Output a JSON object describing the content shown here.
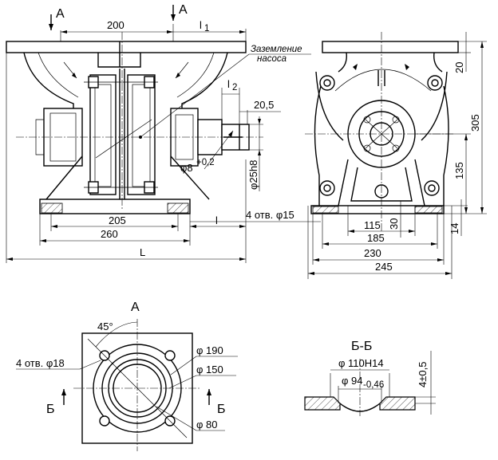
{
  "views": {
    "section_a_mark": "А",
    "section_b_mark": "Б",
    "view_a_title": "А",
    "section_bb_title": "Б-Б"
  },
  "front": {
    "dim_200": "200",
    "dim_l1": "l",
    "dim_l1_sub": "1",
    "dim_l2": "l",
    "dim_l2_sub": "2",
    "dim_20_5": "20,5",
    "dim_phi8": "φ8",
    "dim_phi8_tol": "+0,2",
    "dim_phi25": "φ25h8",
    "dim_205": "205",
    "dim_260": "260",
    "dim_l": "l",
    "dim_L": "L",
    "holes": "4 отв. φ15",
    "ground_line1": "Заземление",
    "ground_line2": "насоса"
  },
  "side": {
    "dim_20": "20",
    "dim_305": "305",
    "dim_135": "135",
    "dim_115": "115",
    "dim_30": "30",
    "dim_14": "14",
    "dim_185": "185",
    "dim_230": "230",
    "dim_245": "245"
  },
  "flange": {
    "angle": "45°",
    "holes": "4 отв. φ18",
    "d190": "φ 190",
    "d150": "φ 150",
    "d80": "φ 80"
  },
  "section": {
    "d110": "φ 110H14",
    "d94": "φ 94",
    "d94_tol": "-0,46",
    "depth": "4±0,5"
  }
}
